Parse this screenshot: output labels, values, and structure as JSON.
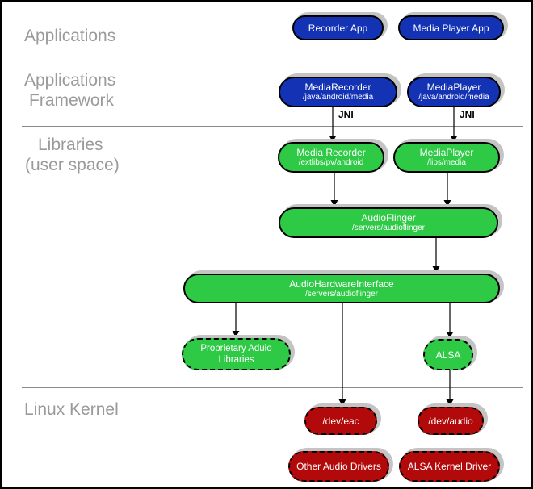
{
  "layers": {
    "applications": "Applications",
    "framework_line1": "Applications",
    "framework_line2": "Framework",
    "libraries_line1": "Libraries",
    "libraries_line2": "(user space)",
    "linux_kernel": "Linux Kernel"
  },
  "nodes": {
    "recorder_app": {
      "label": "Recorder App"
    },
    "media_player_app": {
      "label": "Media Player App"
    },
    "media_recorder_fw": {
      "label": "MediaRecorder",
      "path": "/java/android/media"
    },
    "media_player_fw": {
      "label": "MediaPlayer",
      "path": "/java/android/media"
    },
    "media_recorder_lib": {
      "label": "Media Recorder",
      "path": "/extlibs/pv/android"
    },
    "media_player_lib": {
      "label": "MediaPlayer",
      "path": "/libs/media"
    },
    "audio_flinger": {
      "label": "AudioFlinger",
      "path": "/servers/audioflinger"
    },
    "audio_hardware_interface": {
      "label": "AudioHardwareInterface",
      "path": "/servers/audioflinger"
    },
    "proprietary_audio_libraries": {
      "label": "Proprietary Aduio Libraries"
    },
    "alsa": {
      "label": "ALSA"
    },
    "dev_eac": {
      "label": "/dev/eac"
    },
    "dev_audio": {
      "label": "/dev/audio"
    },
    "other_audio_drivers": {
      "label": "Other Audio Drivers"
    },
    "alsa_kernel_driver": {
      "label": "ALSA Kernel Driver"
    }
  },
  "edge_labels": {
    "jni1": "JNI",
    "jni2": "JNI"
  },
  "colors": {
    "app_blue": "#1432b4",
    "lib_green": "#2eca46",
    "kernel_red": "#b20a0a",
    "label_gray": "#9a9a9a",
    "shadow_gray": "#c4c4c4"
  }
}
